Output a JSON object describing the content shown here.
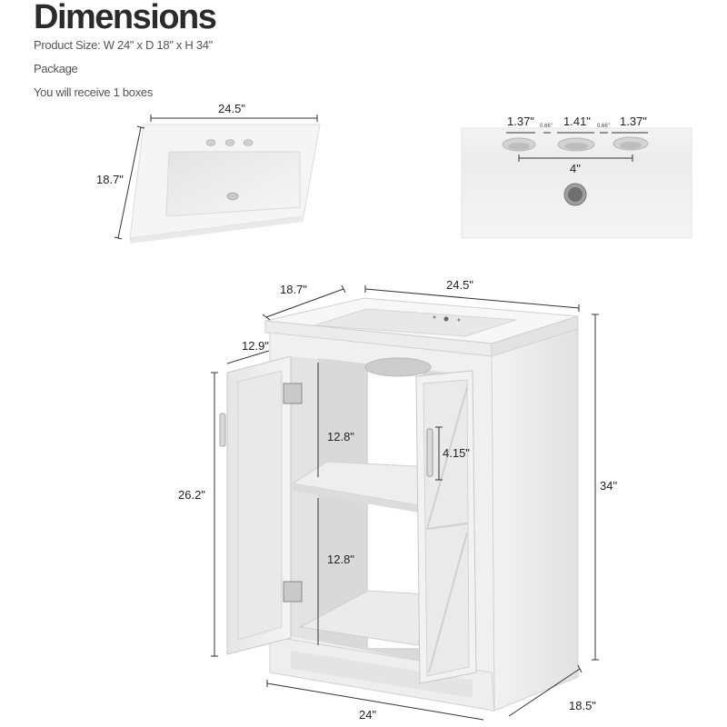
{
  "header": {
    "title": "Dimensions",
    "product_size": "Product Size: W 24\" x D 18\" x H 34\"",
    "package_label": "Package",
    "package_info": "You will receive 1 boxes"
  },
  "sink_top": {
    "width": "24.5\"",
    "depth": "18.7\""
  },
  "faucet_detail": {
    "left_hole": "1.37\"",
    "gap_left": "0.66\"",
    "center_hole": "1.41\"",
    "gap_right": "0.66\"",
    "right_hole": "1.37\"",
    "spread": "4\""
  },
  "vanity": {
    "top_depth": "18.7\"",
    "top_width": "24.5\"",
    "inner_depth": "12.9\"",
    "door_height": "26.2\"",
    "upper_shelf_height": "12.8\"",
    "lower_shelf_height": "12.8\"",
    "handle_length": "4.15\"",
    "total_height": "34\"",
    "cabinet_width": "24\"",
    "cabinet_depth": "18.5\""
  }
}
